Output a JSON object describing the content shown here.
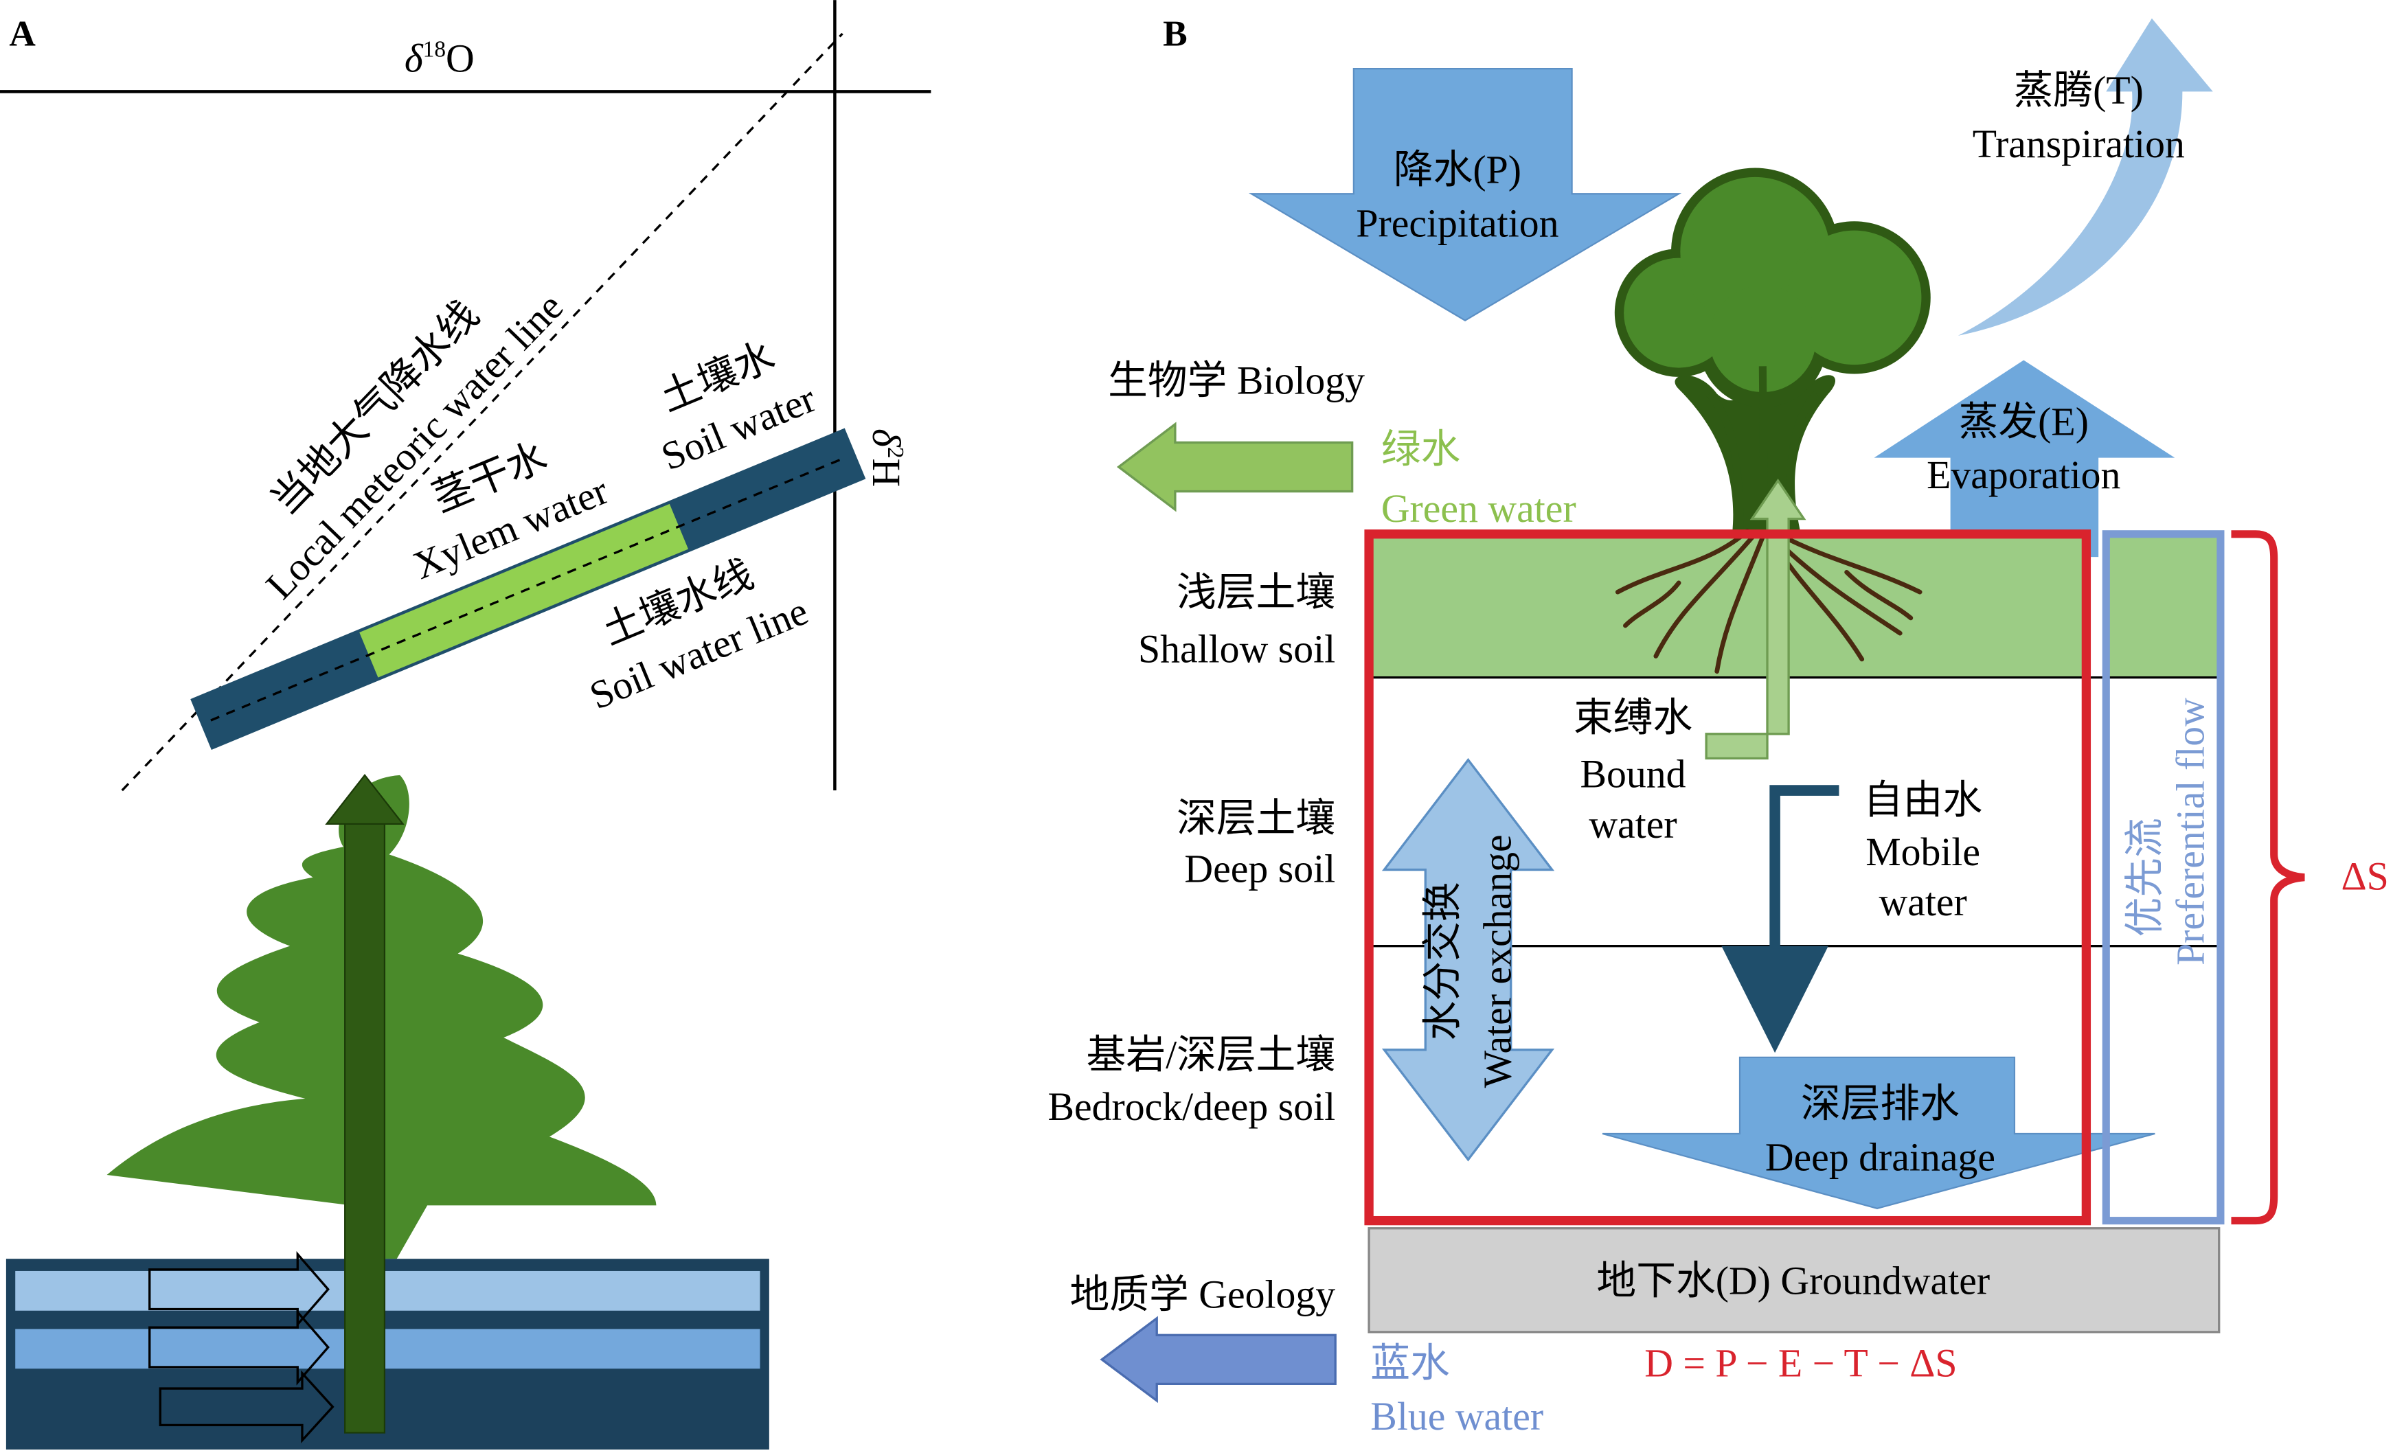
{
  "panel_a": {
    "label": "A",
    "axis_x": {
      "delta": "δ",
      "sup": "18",
      "element": "O"
    },
    "axis_y": {
      "delta": "δ",
      "sup": "2",
      "element": "H"
    },
    "lmwl_cn": "当地大气降水线",
    "lmwl_en": "Local meteoric water line",
    "xylem_cn": "茎干水",
    "xylem_en": "Xylem water",
    "soil_cn": "土壤水",
    "soil_en": "Soil water",
    "swl_cn": "土壤水线",
    "swl_en": "Soil water line"
  },
  "panel_b": {
    "label": "B",
    "precip_cn": "降水(P)",
    "precip_en": "Precipitation",
    "transp_cn": "蒸腾(T)",
    "transp_en": "Transpiration",
    "evap_cn": "蒸发(E)",
    "evap_en": "Evaporation",
    "biology": "生物学 Biology",
    "green_cn": "绿水",
    "green_en": "Green water",
    "shallow_cn": "浅层土壤",
    "shallow_en": "Shallow soil",
    "deep_cn": "深层土壤",
    "deep_en": "Deep soil",
    "bedrock_cn": "基岩/深层土壤",
    "bedrock_en": "Bedrock/deep soil",
    "bound_cn": "束缚水",
    "bound_en1": "Bound",
    "bound_en2": "water",
    "mobile_cn": "自由水",
    "mobile_en1": "Mobile",
    "mobile_en2": "water",
    "exchange_cn": "水分交换",
    "exchange_en": "Water exchange",
    "drainage_cn": "深层排水",
    "drainage_en": "Deep drainage",
    "pref_cn": "优先流",
    "pref_en": "Preferential flow",
    "delta_s": "ΔS",
    "groundwater": "地下水(D) Groundwater",
    "geology": "地质学 Geology",
    "blue_cn": "蓝水",
    "blue_en": "Blue water",
    "equation": "D = P − E − T − ΔS"
  },
  "colors": {
    "soil_line": "#1f4e6b",
    "xylem_bar": "#92d050",
    "tree_light": "#4a8a2a",
    "tree_dark": "#2f5a14",
    "arrow_blue": "#6fa8dc",
    "arrow_light_blue": "#9dc3e6",
    "shallow_soil": "#9ccc85",
    "red_box": "#d9232d",
    "pref_box": "#7b9bd4",
    "ground_gray": "#d0d0d0",
    "mobile_arrow": "#1f4e6b"
  }
}
